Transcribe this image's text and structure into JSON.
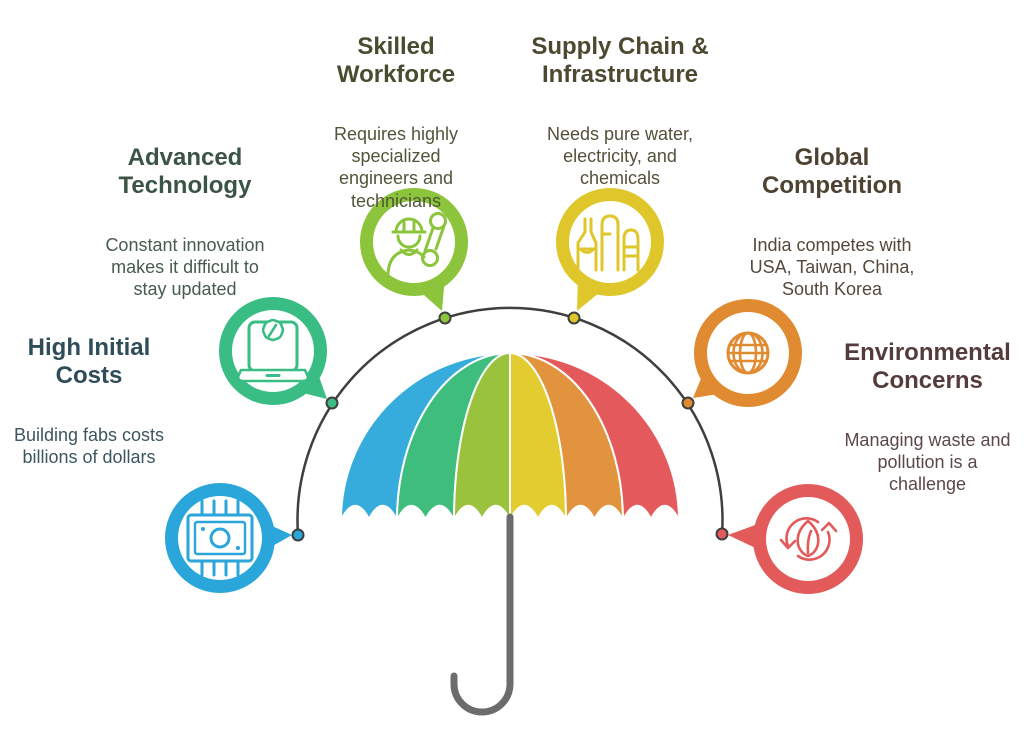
{
  "palette": {
    "background": "#FFFFFF",
    "arc_line": "#3F3F3F",
    "umbrella_pole": "#6C6C6C"
  },
  "umbrella": {
    "panel_colors": [
      "#35ACDB",
      "#3EBD7D",
      "#9BC23C",
      "#E2CC30",
      "#E1943D",
      "#E4595B"
    ]
  },
  "items": [
    {
      "id": "high-initial-costs",
      "title": "High Initial\nCosts",
      "description": "Building fabs costs\nbillions of dollars",
      "icon": "chip-money-icon",
      "accent": "#2AA6DA",
      "title_color": "#2F4D58",
      "text_color": "#3C5661"
    },
    {
      "id": "advanced-technology",
      "title": "Advanced\nTechnology",
      "description": "Constant innovation\nmakes it difficult to\nstay updated",
      "icon": "laptop-gear-icon",
      "accent": "#3ABD84",
      "title_color": "#3C5446",
      "text_color": "#475B4F"
    },
    {
      "id": "skilled-workforce",
      "title": "Skilled\nWorkforce",
      "description": "Requires highly\nspecialized\nengineers and\ntechnicians",
      "icon": "worker-wrench-icon",
      "accent": "#8CC43C",
      "title_color": "#474E30",
      "text_color": "#4F5639"
    },
    {
      "id": "supply-chain-infrastructure",
      "title": "Supply Chain &\nInfrastructure",
      "description": "Needs pure water,\nelectricity, and\nchemicals",
      "icon": "refinery-icon",
      "accent": "#DFC72B",
      "title_color": "#4C4930",
      "text_color": "#53503A"
    },
    {
      "id": "global-competition",
      "title": "Global\nCompetition",
      "description": "India competes with\nUSA, Taiwan, China,\nSouth Korea",
      "icon": "globe-icon",
      "accent": "#E08B31",
      "title_color": "#4E4233",
      "text_color": "#55483B"
    },
    {
      "id": "environmental-concerns",
      "title": "Environmental\nConcerns",
      "description": "Managing waste and\npollution is a\nchallenge",
      "icon": "leaf-recycle-icon",
      "accent": "#E25A5A",
      "title_color": "#543C3C",
      "text_color": "#5C4848"
    }
  ]
}
